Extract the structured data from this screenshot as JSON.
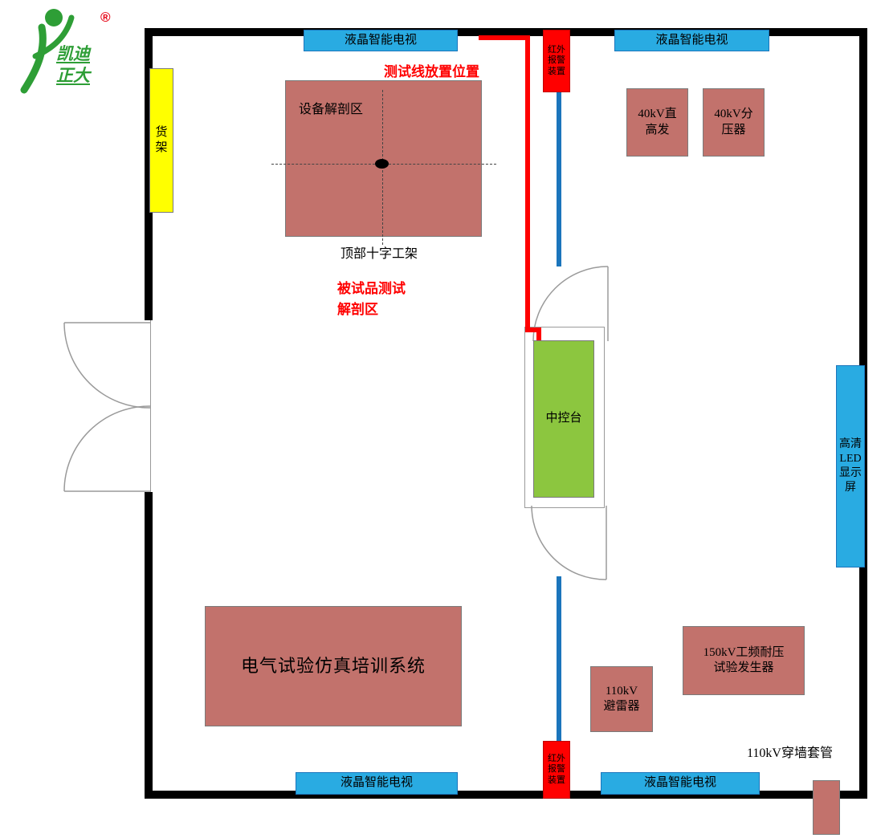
{
  "colors": {
    "wall": "#000000",
    "equipment_fill": "#C2726C",
    "tv_fill": "#29ABE2",
    "console_fill": "#8CC63F",
    "shelf_fill": "#FFFF00",
    "alarm_fill": "#FF0000",
    "note_red": "#FF0000",
    "cable_blue": "#1B75BC",
    "logo_green": "#2E9E36"
  },
  "logo": {
    "brand": "凯迪\n正大",
    "registered": "®"
  },
  "labels": {
    "tv": "液晶智能电视",
    "alarm": "红外\n报警\n装置",
    "shelf": "货架",
    "equipment_dissection_area": "设备解剖区",
    "cross_frame_caption": "顶部十字工架",
    "specimen_note": "被试品测试\n解剖区",
    "test_line_note": "测试线放置位置",
    "console": "中控台",
    "dc_hv_generator": "40kV直\n高发",
    "voltage_divider": "40kV分\n压器",
    "led_screen": "高清LED显示屏",
    "training_system": "电气试验仿真培训系统",
    "arrester": "110kV\n避雷器",
    "withstand_generator": "150kV工频耐压\n试验发生器",
    "wall_bushing": "110kV穿墙套管"
  }
}
